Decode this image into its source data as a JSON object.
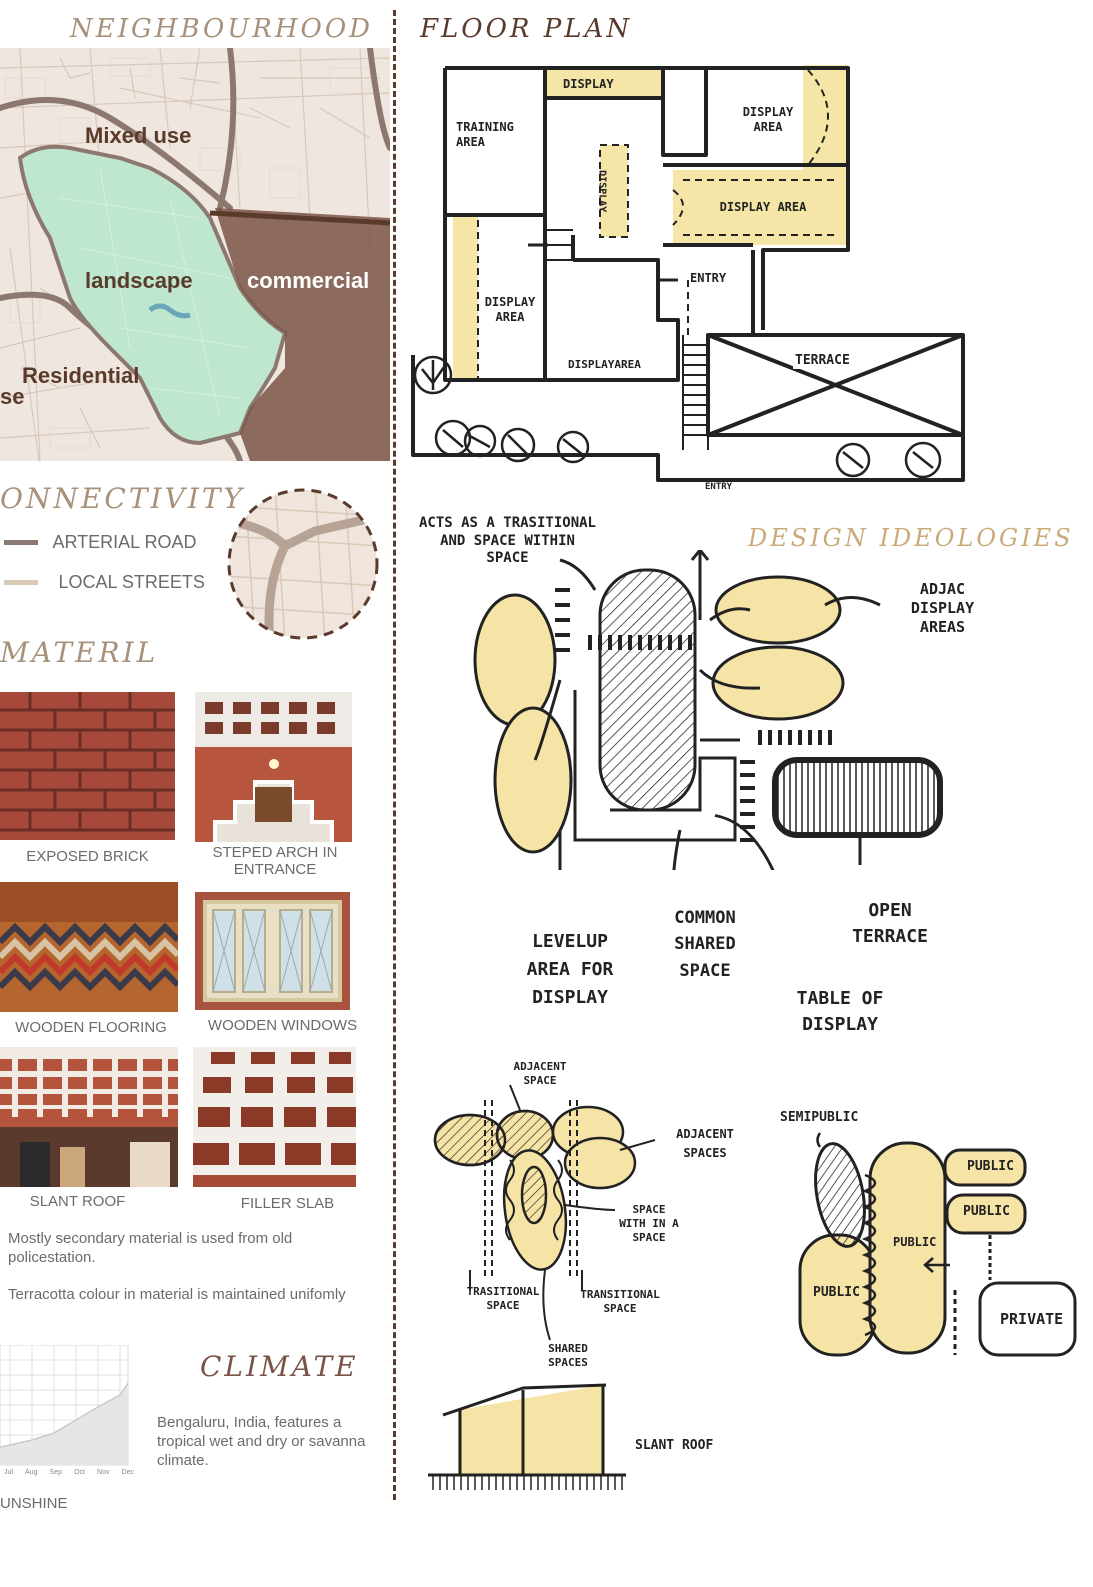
{
  "left": {
    "neighbourhood": {
      "heading": "NEIGHBOURHOOD",
      "labels": {
        "mixed_use": "Mixed use",
        "landscape": "landscape",
        "commercial": "commercial",
        "residential": "Residential",
        "cut_use": "se"
      }
    },
    "connectivity": {
      "heading": "ONNECTIVITY",
      "legend": [
        {
          "label": "ARTERIAL ROAD",
          "color": "#8a7a72"
        },
        {
          "label": "LOCAL STREETS",
          "color": "#d9c9b7"
        }
      ]
    },
    "material": {
      "heading": "MATERIL",
      "items": [
        {
          "caption": "EXPOSED BRICK"
        },
        {
          "caption": "STEPED ARCH IN ENTRANCE"
        },
        {
          "caption": "WOODEN FLOORING"
        },
        {
          "caption": "WOODEN WINDOWS"
        },
        {
          "caption": "SLANT ROOF"
        },
        {
          "caption": "FILLER SLAB"
        }
      ],
      "notes": [
        "Mostly secondary material is used from old policestation.",
        "Terracotta colour in material is maintained unifomly"
      ]
    },
    "climate": {
      "heading": "CLIMATE",
      "text": "Bengaluru, India, features a tropical wet and dry or savanna climate.",
      "chart_caption": "UNSHINE",
      "months": [
        "Jul",
        "Aug",
        "Sep",
        "Oct",
        "Nov",
        "Dec"
      ]
    }
  },
  "right": {
    "floor_plan": {
      "heading": "FLOOR PLAN",
      "rooms": {
        "display_top": "DISPLAY",
        "training": "TRAINING AREA",
        "display_area_tr": "DISPLAY AREA",
        "display_vert": "DISPLAY",
        "display_area_mid": "DISPLAY AREA",
        "entry": "ENTRY",
        "display_area_left": "DISPLAY AREA",
        "displayarea_bottom": "DISPLAYAREA",
        "terrace": "TERRACE",
        "entry_bottom": "ENTRY"
      }
    },
    "design": {
      "heading": "DESIGN IDEOLOGIES",
      "labels": {
        "acts": "ACTS AS A TRASITIONAL AND SPACE WITHIN SPACE",
        "adjac": "ADJAC DISPLAY AREAS",
        "levelup": "LEVELUP AREA FOR DISPLAY",
        "common": "COMMON SHARED SPACE",
        "terrace": "OPEN TERRACE",
        "table": "TABLE OF DISPLAY"
      }
    },
    "diagram2": {
      "adjacent_space": "ADJACENT SPACE",
      "adjacent_spaces": "ADJACENT SPACES",
      "space_within": "SPACE WITH IN A SPACE",
      "trasitional": "TRASITIONAL SPACE",
      "transitional": "TRANSITIONAL SPACE",
      "shared": "SHARED SPACES"
    },
    "diagram3": {
      "semipublic": "SEMIPUBLIC",
      "public1": "PUBLIC",
      "public2": "PUBLIC",
      "public3": "PUBLIC",
      "public4": "PUBLIC",
      "private": "PRIVATE"
    },
    "slant_roof": "SLANT ROOF"
  }
}
